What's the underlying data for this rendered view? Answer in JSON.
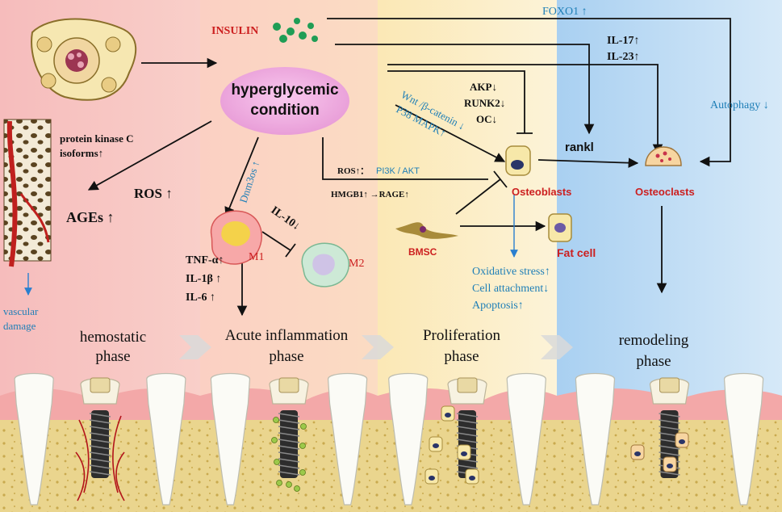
{
  "colors": {
    "band1": "#f7c9c9",
    "band2": "#fbd7c4",
    "band3": "#fbeec3",
    "band4": "#bfdcf4",
    "blue_text": "#1f7fb7",
    "red_text": "#cc1f1f",
    "dark_text": "#1a1a1a",
    "gum": "#f0a6a6",
    "bone": "#e9d38a"
  },
  "top_left": {
    "insulin": "INSULIN"
  },
  "center": {
    "hyperglycemic_line1": "hyperglycemic",
    "hyperglycemic_line2": "condition"
  },
  "left_panel": {
    "pkc_line1": "protein kinase C",
    "pkc_line2": "isoforms↑",
    "ros": "ROS ↑",
    "ages": "AGEs ↑",
    "vascular_line1": "vascular",
    "vascular_line2": "damage"
  },
  "macrophage": {
    "dnm3os": "Dnm3os ↑",
    "il10": "IL-10↓",
    "m1": "M1",
    "m2": "M2",
    "tnf": "TNF-α↑",
    "il1b": "IL-1β ↑",
    "il6": "IL-6 ↑"
  },
  "signaling": {
    "ros_pi3k_prefix": "ROS↑：",
    "pi3k_akt": "PI3K / AKT",
    "hmgb1": "HMGB1↑ →RAGE↑",
    "wnt": "Wnt /β-catenin ↓",
    "p38": "P38 MAPK↑",
    "akp": "AKP↓",
    "runk2": "RUNK2↓",
    "oc": "OC↓"
  },
  "cells": {
    "osteoblasts": "Osteoblasts",
    "osteoclasts": "Osteoclasts",
    "bmsc": "BMSC",
    "fat_cell": "Fat cell",
    "rankl": "rankl"
  },
  "right_panel": {
    "foxo1": "FOXO1 ↑",
    "il17": "IL-17↑",
    "il23": "IL-23↑",
    "autophagy": "Autophagy ↓"
  },
  "effects": {
    "oxidative": "Oxidative stress↑",
    "attachment": "Cell attachment↓",
    "apoptosis": "Apoptosis↑"
  },
  "phases": [
    {
      "line1": "hemostatic",
      "line2": "phase"
    },
    {
      "line1": "Acute inflammation",
      "line2": "phase"
    },
    {
      "line1": "Proliferation",
      "line2": "phase"
    },
    {
      "line1": "remodeling",
      "line2": "phase"
    }
  ]
}
